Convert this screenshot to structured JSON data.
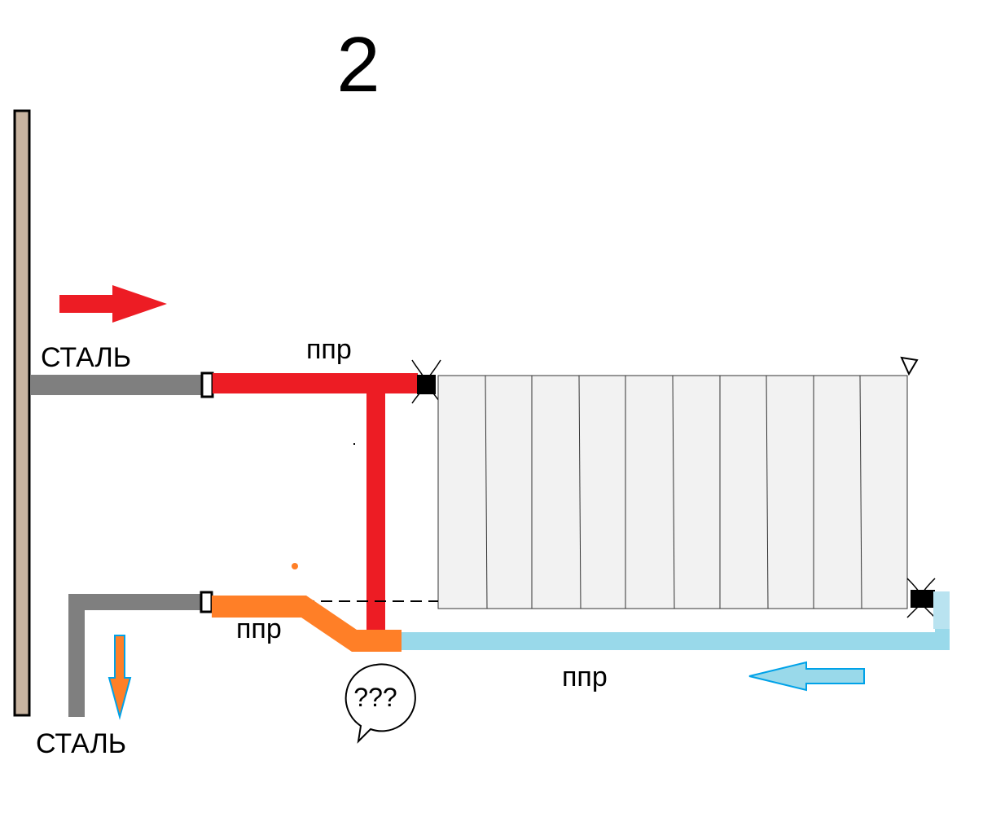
{
  "diagram": {
    "number": "2",
    "labels": {
      "steel_top": "СТАЛЬ",
      "steel_bottom": "СТАЛЬ",
      "ppr_top": "ппр",
      "ppr_middle": "ппр",
      "ppr_bottom": "ппр",
      "question": "???"
    },
    "radiator_sections": 10,
    "colors": {
      "supply": "#ED1C24",
      "return": "#99D9EA",
      "mixed": "#FF7F27",
      "steel": "#7F7F7F",
      "wall": "#C8B4A0",
      "radiator": "#F2F2F2",
      "arrow_blue": "#99D9EA",
      "arrow_blue_outline": "#00A2E8"
    },
    "icons": {
      "valve": "valve-icon",
      "air_vent": "air-vent-icon",
      "speech_bubble": "speech-bubble-icon"
    }
  }
}
